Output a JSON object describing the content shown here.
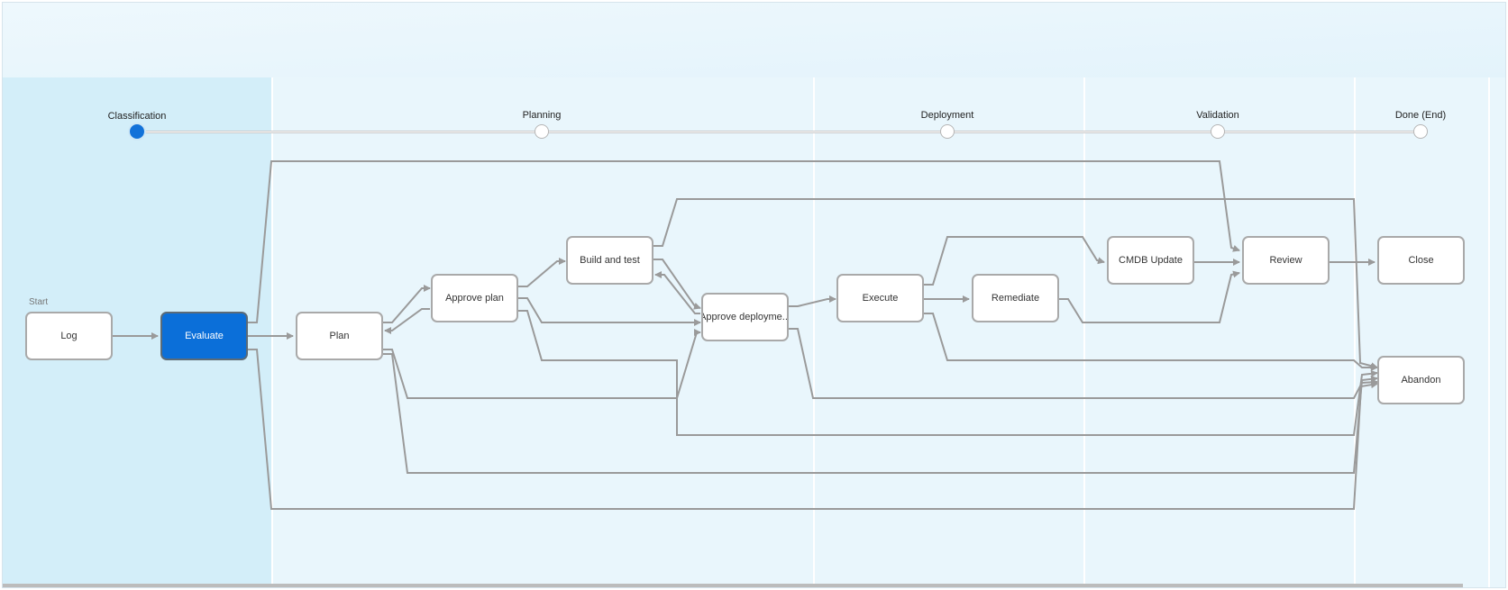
{
  "phases": [
    {
      "label": "Classification",
      "current": true
    },
    {
      "label": "Planning",
      "current": false
    },
    {
      "label": "Deployment",
      "current": false
    },
    {
      "label": "Validation",
      "current": false
    },
    {
      "label": "Done (End)",
      "current": false
    }
  ],
  "start_label": "Start",
  "nodes": {
    "log": "Log",
    "evaluate": "Evaluate",
    "plan": "Plan",
    "approve_plan": "Approve plan",
    "build_and_test": "Build and test",
    "approve_deployment": "Approve deployme...",
    "execute": "Execute",
    "remediate": "Remediate",
    "cmdb_update": "CMDB Update",
    "review": "Review",
    "close": "Close",
    "abandon": "Abandon"
  },
  "selected_node": "evaluate",
  "colors": {
    "selected_fill": "#0b6fd9",
    "active_lane": "#d3eef9",
    "canvas": "#e9f6fc",
    "edge": "#9a9a9a"
  }
}
